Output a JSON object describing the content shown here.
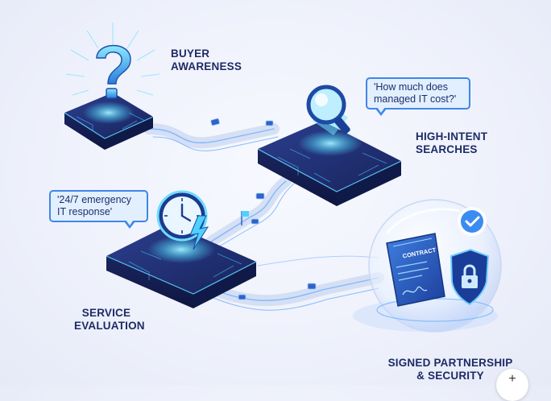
{
  "stages": [
    {
      "id": "awareness",
      "label_lines": [
        "BUYER",
        "AWARENESS"
      ],
      "icon": "question-mark-icon"
    },
    {
      "id": "searches",
      "label_lines": [
        "HIGH-INTENT",
        "SEARCHES"
      ],
      "icon": "magnifier-icon"
    },
    {
      "id": "evaluation",
      "label_lines": [
        "SERVICE",
        "EVALUATION"
      ],
      "icon": "clock-icon"
    },
    {
      "id": "partnership",
      "label_lines": [
        "SIGNED PARTNERSHIP",
        "& SECURITY"
      ],
      "icon": "contract-shield-icon"
    }
  ],
  "bubbles": {
    "search_query": [
      "'How much does",
      "managed IT cost?'"
    ],
    "service_query": [
      "'24/7 emergency",
      "IT response'"
    ]
  },
  "contract": {
    "title": "CONTRACT"
  },
  "colors": {
    "accent": "#3f86ea",
    "glow": "#6ee7ff",
    "platform_top": "#1f2f75",
    "platform_side": "#141f52",
    "label": "#1d2b66"
  },
  "corner_button": {
    "icon": "plus-icon",
    "glyph": "+"
  }
}
